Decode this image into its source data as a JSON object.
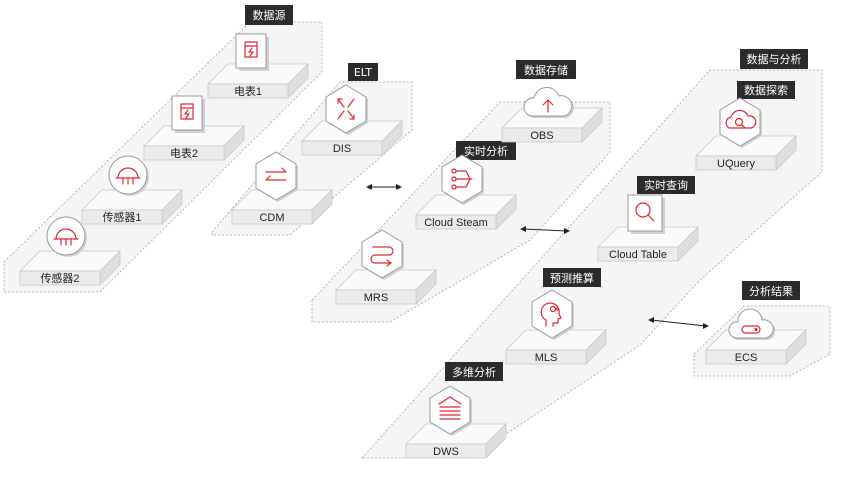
{
  "colors": {
    "accent": "#e4262c",
    "label_bg": "#2b2b2b",
    "zone_fill": "#f5f5f5"
  },
  "groups": {
    "data_source": "数据源",
    "elt": "ELT",
    "storage": "数据存储",
    "analysis": "数据与分析",
    "explore": "数据探索",
    "realtime_analysis": "实时分析",
    "realtime_query": "实时查询",
    "predict": "预测推算",
    "multi_dim": "多维分析",
    "result": "分析结果"
  },
  "nodes": {
    "meter1": {
      "label": "电表1",
      "icon": "meter-icon"
    },
    "meter2": {
      "label": "电表2",
      "icon": "meter-icon"
    },
    "sensor1": {
      "label": "传感器1",
      "icon": "sensor-icon"
    },
    "sensor2": {
      "label": "传感器2",
      "icon": "sensor-icon"
    },
    "dis": {
      "label": "DIS",
      "icon": "dis-icon"
    },
    "cdm": {
      "label": "CDM",
      "icon": "cdm-icon"
    },
    "mrs": {
      "label": "MRS",
      "icon": "mrs-icon"
    },
    "obs": {
      "label": "OBS",
      "icon": "cloud-upload-icon"
    },
    "cloud_steam": {
      "label": "Cloud Steam",
      "icon": "stream-icon"
    },
    "uquery": {
      "label": "UQuery",
      "icon": "uquery-icon"
    },
    "cloud_table": {
      "label": "Cloud Table",
      "icon": "search-table-icon"
    },
    "mls": {
      "label": "MLS",
      "icon": "ml-head-icon"
    },
    "ecs": {
      "label": "ECS",
      "icon": "ecs-cloud-icon"
    },
    "dws": {
      "label": "DWS",
      "icon": "warehouse-icon"
    }
  }
}
